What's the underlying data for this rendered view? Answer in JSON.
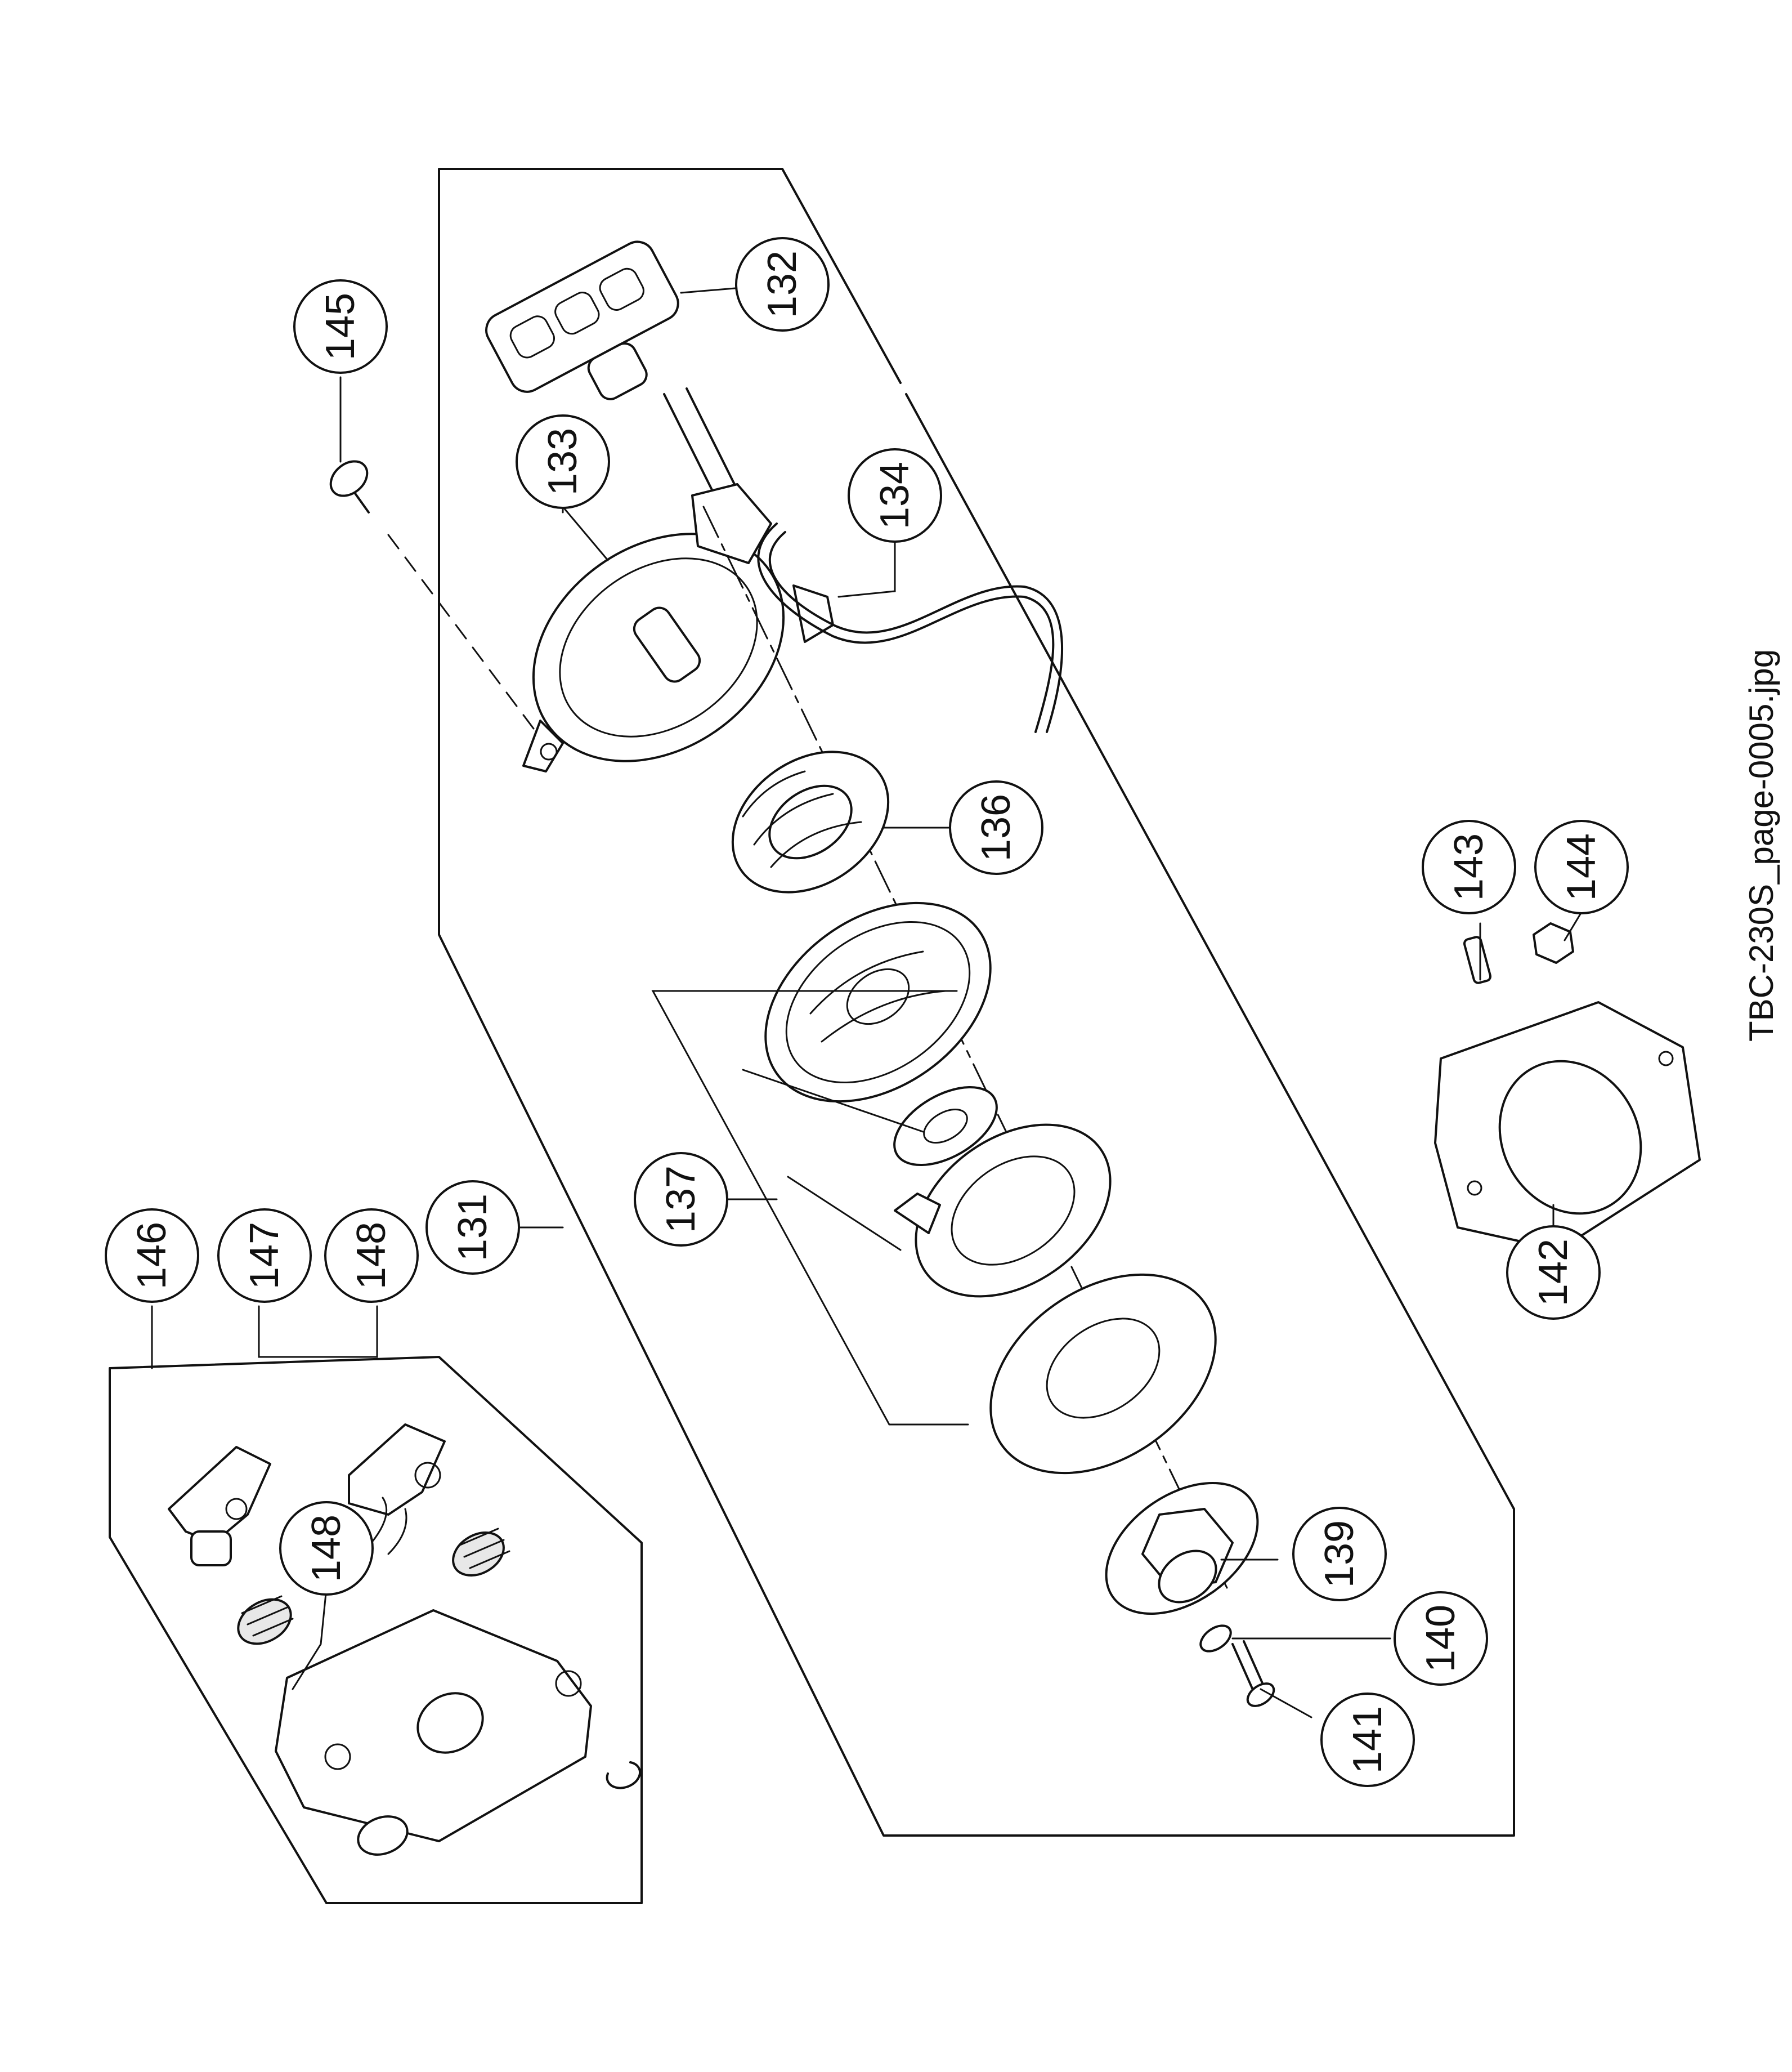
{
  "figure": {
    "file_label": "TBC-230S_page-0005.jpg",
    "callouts": [
      {
        "id": "c131",
        "label": "131"
      },
      {
        "id": "c132",
        "label": "132"
      },
      {
        "id": "c133",
        "label": "133"
      },
      {
        "id": "c134",
        "label": "134"
      },
      {
        "id": "c136",
        "label": "136"
      },
      {
        "id": "c137",
        "label": "137"
      },
      {
        "id": "c139",
        "label": "139"
      },
      {
        "id": "c140",
        "label": "140"
      },
      {
        "id": "c141",
        "label": "141"
      },
      {
        "id": "c142",
        "label": "142"
      },
      {
        "id": "c143",
        "label": "143"
      },
      {
        "id": "c144",
        "label": "144"
      },
      {
        "id": "c145",
        "label": "145"
      },
      {
        "id": "c146",
        "label": "146"
      },
      {
        "id": "c147",
        "label": "147"
      },
      {
        "id": "c148a",
        "label": "148"
      },
      {
        "id": "c148b",
        "label": "148"
      }
    ]
  }
}
